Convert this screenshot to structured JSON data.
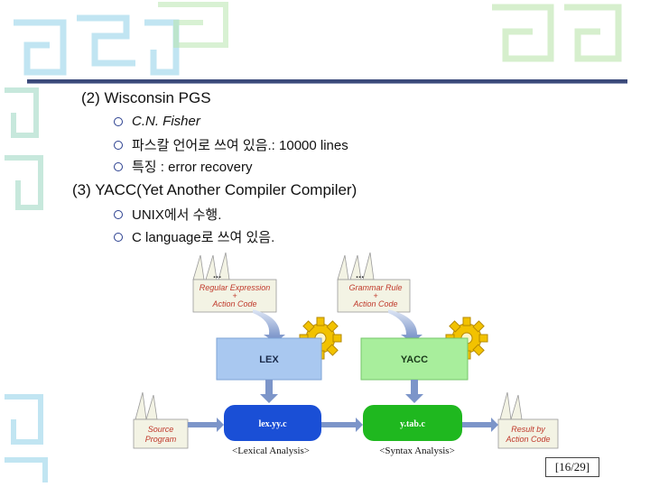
{
  "slide": {
    "section2_title": "(2) Wisconsin PGS",
    "section2_bullets": [
      "C.N. Fisher",
      "파스칼 언어로 쓰여 있음.: 10000 lines",
      "특징 : error recovery"
    ],
    "section3_title": "(3) YACC(Yet Another Compiler Compiler)",
    "section3_bullets": [
      "UNIX에서 수행.",
      "C language로 쓰여 있음."
    ],
    "page_number": "[16/29]"
  },
  "diagram": {
    "left_doc_line1": "Regular Expression",
    "left_doc_plus": "+",
    "left_doc_line2": "Action Code",
    "right_doc_line1": "Grammar Rule",
    "right_doc_plus": "+",
    "right_doc_line2": "Action Code",
    "lex_label": "LEX",
    "yacc_label": "YACC",
    "lex_out_label": "lex.yy.c",
    "yacc_out_label": "y.tab.c",
    "source_line1": "Source",
    "source_line2": "Program",
    "result_line1": "Result by",
    "result_line2": "Action Code",
    "lexical_caption": "<Lexical Analysis>",
    "syntax_caption": "<Syntax Analysis>",
    "dots": "..."
  },
  "colors": {
    "rule": "#3b4a7a",
    "lex_box": "#a9c8f0",
    "yacc_box": "#a8ee9c",
    "lex_out": "#1a4fd6",
    "yacc_out": "#1fb81f",
    "gear": "#f2c200",
    "doc_label": "#c0392b"
  }
}
